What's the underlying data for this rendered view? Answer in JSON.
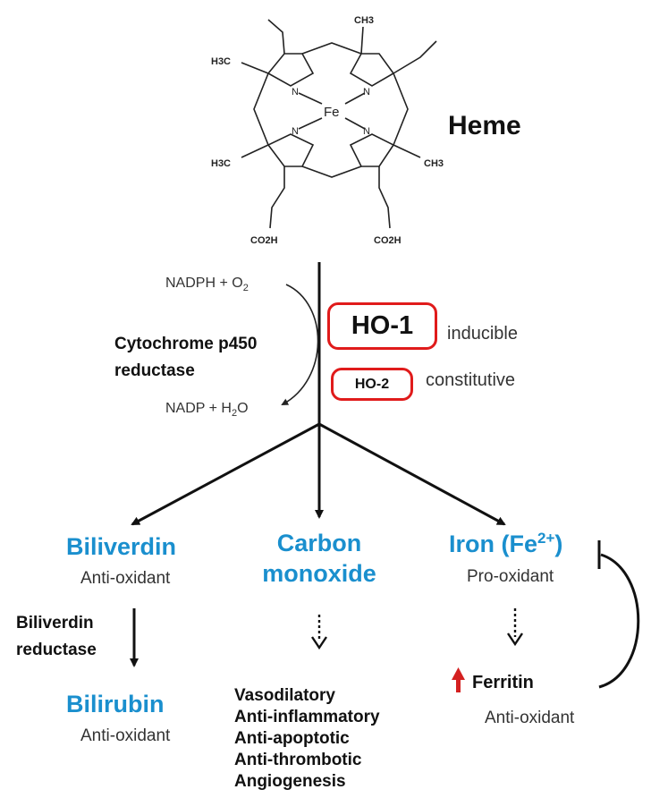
{
  "heme": {
    "title": "Heme",
    "substituents": {
      "ch3_top": "CH3",
      "h3c_left_top": "H3C",
      "h3c_left_bottom": "H3C",
      "ch3_right_bottom": "CH3",
      "co2h_left": "CO2H",
      "co2h_right": "CO2H"
    },
    "metal": "Fe",
    "nitrogen": "N"
  },
  "cofactors": {
    "input_prefix": "NADPH + O",
    "input_sub": "2",
    "output_prefix": "NADP + H",
    "output_sub": "2",
    "output_suffix": "O"
  },
  "cytochrome": {
    "line1": "Cytochrome p450",
    "line2": "reductase"
  },
  "enzymes": {
    "ho1": {
      "label": "HO-1",
      "description": "inducible"
    },
    "ho2": {
      "label": "HO-2",
      "description": "constitutive"
    }
  },
  "products": {
    "biliverdin": {
      "name": "Biliverdin",
      "property": "Anti-oxidant"
    },
    "biliverdin_reductase": {
      "line1": "Biliverdin",
      "line2": "reductase"
    },
    "bilirubin": {
      "name": "Bilirubin",
      "property": "Anti-oxidant"
    },
    "carbon_monoxide": {
      "line1": "Carbon",
      "line2": "monoxide",
      "effects": [
        "Vasodilatory",
        "Anti-inflammatory",
        "Anti-apoptotic",
        "Anti-thrombotic",
        "Angiogenesis"
      ]
    },
    "iron": {
      "name_prefix": "Iron (Fe",
      "name_sup": "2+",
      "name_suffix": ")",
      "property": "Pro-oxidant"
    },
    "ferritin": {
      "name": "Ferritin",
      "property": "Anti-oxidant"
    }
  },
  "colors": {
    "product_blue": "#1a8fce",
    "box_red": "#e01b1b",
    "up_arrow_red": "#d42020"
  }
}
